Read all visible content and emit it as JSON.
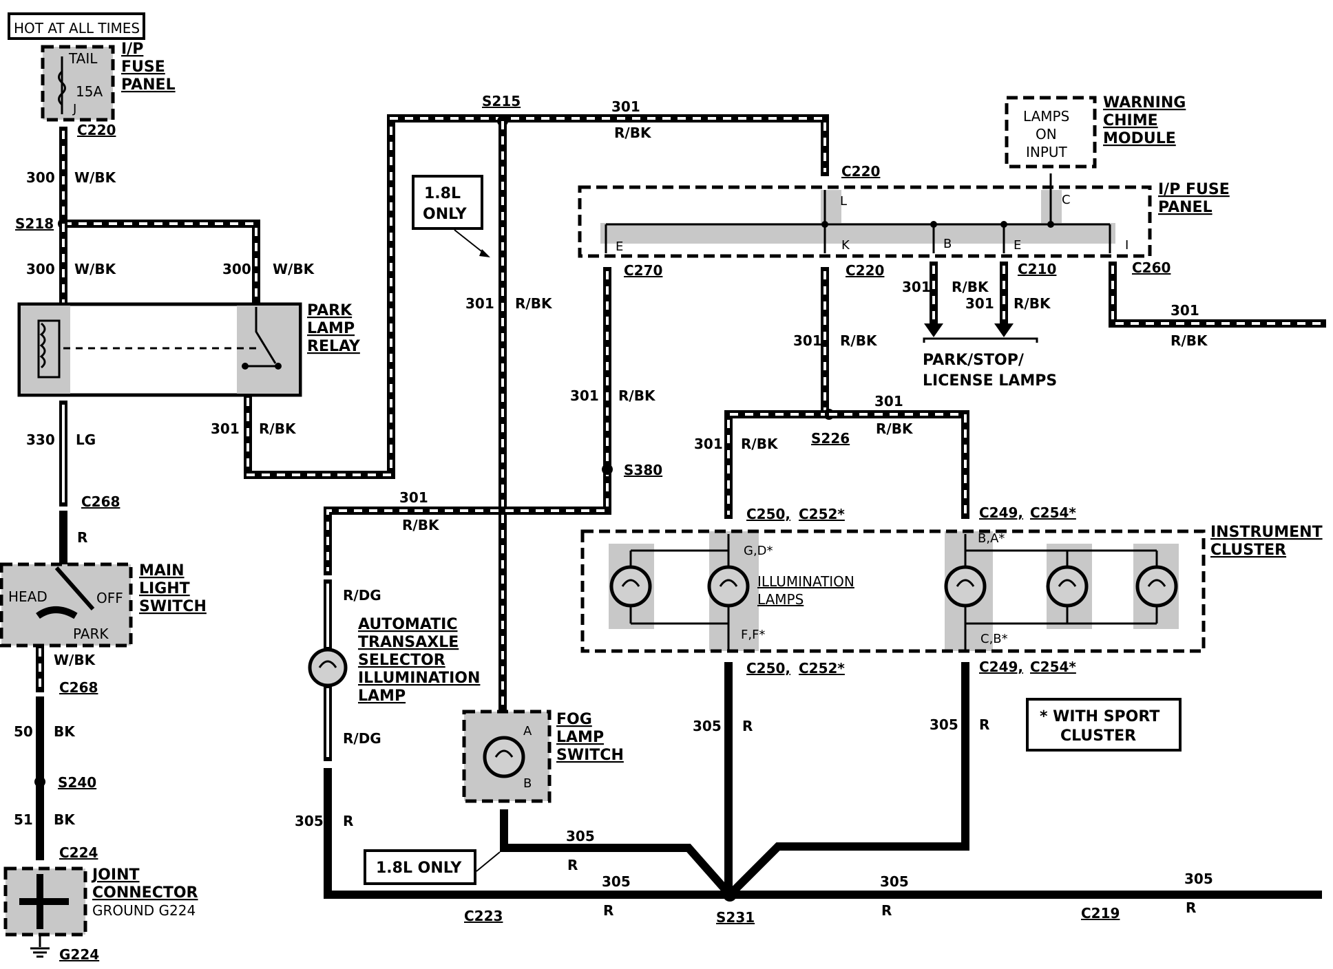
{
  "header": {
    "label": "HOT AT ALL TIMES"
  },
  "components": {
    "fuse_panel_top": {
      "line1": "I/P",
      "line2": "FUSE",
      "line3": "PANEL"
    },
    "fuse": {
      "name": "TAIL",
      "rating": "15A",
      "pin": "J"
    },
    "park_lamp_relay": {
      "line1": "PARK",
      "line2": "LAMP",
      "line3": "RELAY"
    },
    "main_light_switch": {
      "line1": "MAIN",
      "line2": "LIGHT",
      "line3": "SWITCH",
      "head": "HEAD",
      "off": "OFF",
      "park": "PARK"
    },
    "joint_connector": {
      "line1": "JOINT",
      "line2": "CONNECTOR",
      "line3": "GROUND G224"
    },
    "ground": "G224",
    "only_18l_a": {
      "line1": "1.8L",
      "line2": "ONLY"
    },
    "only_18l_b": "1.8L ONLY",
    "auto_transaxle": {
      "line1": "AUTOMATIC",
      "line2": "TRANSAXLE",
      "line3": "SELECTOR",
      "line4": "ILLUMINATION",
      "line5": "LAMP"
    },
    "fog_lamp_switch": {
      "line1": "FOG",
      "line2": "LAMP",
      "line3": "SWITCH",
      "pin_a": "A",
      "pin_b": "B"
    },
    "warning_chime": {
      "line1": "WARNING",
      "line2": "CHIME",
      "line3": "MODULE",
      "in1": "LAMPS",
      "in2": "ON",
      "in3": "INPUT"
    },
    "fuse_panel_right": {
      "line1": "I/P FUSE",
      "line2": "PANEL",
      "pin_l": "L",
      "pin_c": "C",
      "pin_e1": "E",
      "pin_k": "K",
      "pin_b": "B",
      "pin_e2": "E",
      "pin_i": "I"
    },
    "park_stop": {
      "line1": "PARK/STOP/",
      "line2": "LICENSE LAMPS"
    },
    "instrument_cluster": {
      "line1": "INSTRUMENT",
      "line2": "CLUSTER",
      "illum1": "ILLUMINATION",
      "illum2": "LAMPS",
      "pins_gd": "G,D*",
      "pins_ff": "F,F*",
      "pins_ba": "B,A*",
      "pins_cb": "C,B*"
    },
    "sport_note": {
      "line1": "* WITH SPORT",
      "line2": "CLUSTER"
    }
  },
  "splices": {
    "s218": "S218",
    "s240": "S240",
    "s215": "S215",
    "s380": "S380",
    "s226": "S226",
    "s231": "S231"
  },
  "connectors": {
    "c220_top": "C220",
    "c268_a": "C268",
    "c268_b": "C268",
    "c224": "C224",
    "c220_r1": "C220",
    "c270": "C270",
    "c220_r2": "C220",
    "c210": "C210",
    "c260": "C260",
    "c250_top": "C250,",
    "c252_top": "C252*",
    "c249_top": "C249,",
    "c254_top": "C254*",
    "c250_bot": "C250,",
    "c252_bot": "C252*",
    "c249_bot": "C249,",
    "c254_bot": "C254*",
    "c223": "C223",
    "c219": "C219"
  },
  "wire_labels": {
    "w300_a": "300",
    "wbk_a": "W/BK",
    "w300_b": "300",
    "wbk_b": "W/BK",
    "w300_c": "300",
    "wbk_c": "W/BK",
    "w330": "330",
    "lg": "LG",
    "r_a": "R",
    "wbk_d": "W/BK",
    "w50": "50",
    "bk_a": "BK",
    "w51": "51",
    "bk_b": "BK",
    "w301_relay": "301",
    "rbk_relay": "R/BK",
    "w301_top": "301",
    "rbk_top": "R/BK",
    "w301_s215": "301",
    "rbk_s215": "R/BK",
    "w301_c270": "301",
    "rbk_c270": "R/BK",
    "w301_auto": "301",
    "rbk_auto": "R/BK",
    "rdg_a": "R/DG",
    "rdg_b": "R/DG",
    "w305_auto": "305",
    "r_auto": "R",
    "w301_k": "301",
    "rbk_k": "R/BK",
    "w301_b": "301",
    "rbk_b": "R/BK",
    "w301_e": "301",
    "rbk_e": "R/BK",
    "w301_i": "301",
    "rbk_i": "R/BK",
    "w301_s226l": "301",
    "rbk_s226l": "R/BK",
    "w301_s226r": "301",
    "rbk_s226r": "R/BK",
    "w305_c250": "305",
    "r_c250": "R",
    "w305_c249": "305",
    "r_c249": "R",
    "w305_fog": "305",
    "r_fog": "R",
    "w305_c223": "305",
    "r_c223": "R",
    "w305_mid": "305",
    "r_mid": "R",
    "w305_right": "305",
    "r_right": "R"
  }
}
